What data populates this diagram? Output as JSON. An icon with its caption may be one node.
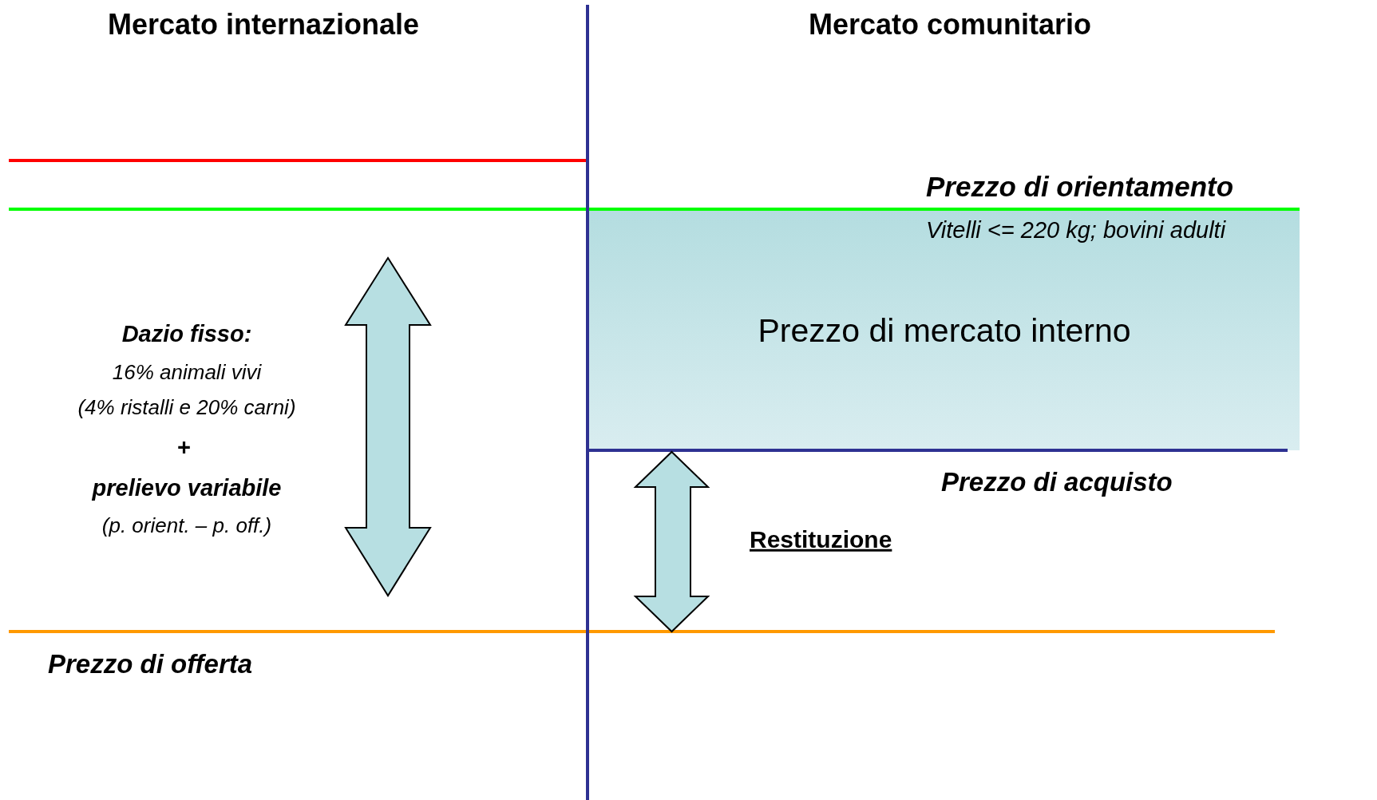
{
  "diagram": {
    "nodes": [
      {
        "text": [
          "Prezzo di mercato interno"
        ]
      }
    ],
    "labels": [
      "Mercato internazionale",
      "Mercato comunitario",
      "Prezzo di orientamento",
      "Vitelli <= 220 kg; bovini adulti",
      "Dazio fisso:",
      "16% animali vivi",
      "(4% ristalli e 20% carni)",
      "+",
      "prelievo variabile",
      "(p. orient. – p. off.)",
      "Prezzo di acquisto",
      "Restituzione",
      "Prezzo di offerta"
    ]
  }
}
